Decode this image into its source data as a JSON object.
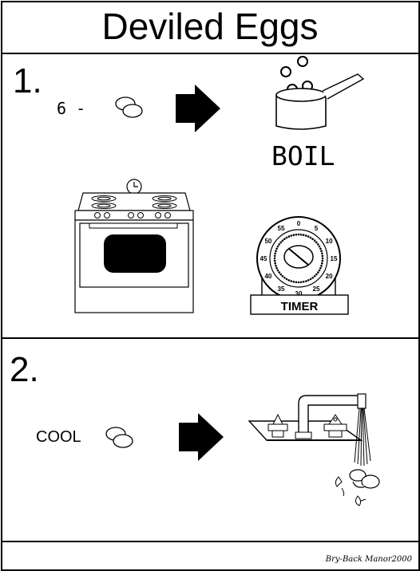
{
  "title": "Deviled Eggs",
  "steps": [
    {
      "number": "1.",
      "quantity": "6 -",
      "action": "BOIL",
      "timer_label": "TIMER",
      "timer_ticks": [
        "0",
        "5",
        "10",
        "15",
        "20",
        "25",
        "30",
        "35",
        "40",
        "45",
        "50",
        "55"
      ]
    },
    {
      "number": "2.",
      "action": "COOL"
    }
  ],
  "credit": "Bry-Back Manor2000",
  "icons": [
    "egg-icon",
    "arrow-right-icon",
    "boiling-pot-icon",
    "stove-icon",
    "timer-icon",
    "faucet-icon",
    "cracked-eggs-icon"
  ]
}
